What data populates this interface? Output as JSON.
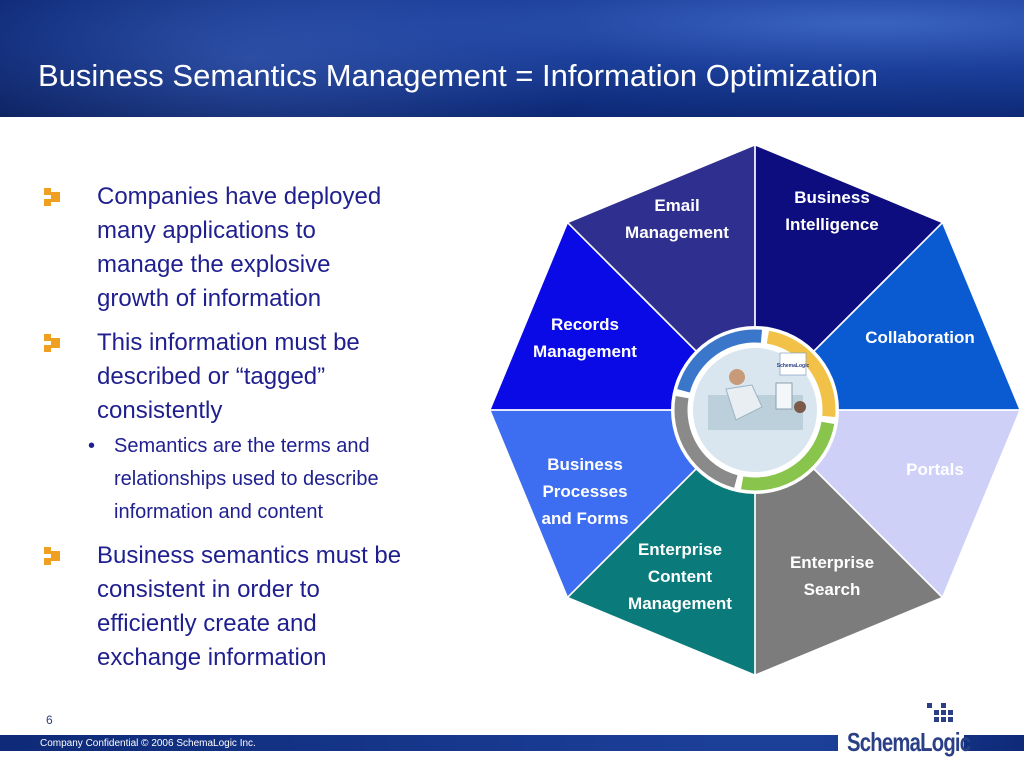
{
  "slide": {
    "title": "Business Semantics Management = Information Optimization",
    "page_number": "6",
    "footer": "Company Confidential © 2006 SchemaLogic Inc.",
    "logo_text": "SchemaLogic"
  },
  "bullets": [
    {
      "text": "Companies have deployed many applications to manage the explosive growth of information",
      "lines": [
        "Companies have deployed",
        "many applications to",
        "manage the explosive",
        "growth of information"
      ]
    },
    {
      "text": "This information must be described or “tagged” consistently",
      "lines": [
        "This information must be",
        "described or “tagged”",
        "consistently"
      ],
      "sub": {
        "lines": [
          "Semantics are the terms and",
          "relationships used to describe",
          "information and content"
        ]
      }
    },
    {
      "text": "Business semantics must be consistent in order to efficiently create and exchange information",
      "lines": [
        "Business semantics must be",
        "consistent in order to",
        "efficiently create and",
        "exchange information"
      ]
    }
  ],
  "diagram": {
    "segments": [
      {
        "lines": [
          "Business",
          "Intelligence"
        ],
        "color": "#0d0d80"
      },
      {
        "lines": [
          "Collaboration"
        ],
        "color": "#0a5ad2"
      },
      {
        "lines": [
          "Portals"
        ],
        "color": "#cfd0f8"
      },
      {
        "lines": [
          "Enterprise",
          "Search"
        ],
        "color": "#7c7c7c"
      },
      {
        "lines": [
          "Enterprise",
          "Content",
          "Management"
        ],
        "color": "#0b7a7a"
      },
      {
        "lines": [
          "Business",
          "Processes",
          "and Forms"
        ],
        "color": "#3d6df0"
      },
      {
        "lines": [
          "Records",
          "Management"
        ],
        "color": "#0a0ae6"
      },
      {
        "lines": [
          "Email",
          "Management"
        ],
        "color": "#2f2f90"
      }
    ],
    "center_logo_text": "SchemaLogic",
    "cycle_colors": [
      "#f2c248",
      "#89c54c",
      "#8a8a8a",
      "#3a76c9"
    ]
  },
  "colors": {
    "title_bar": "#0e2a78",
    "bullet_text": "#1f1f8f",
    "bullet_marker": "#f0a020"
  }
}
